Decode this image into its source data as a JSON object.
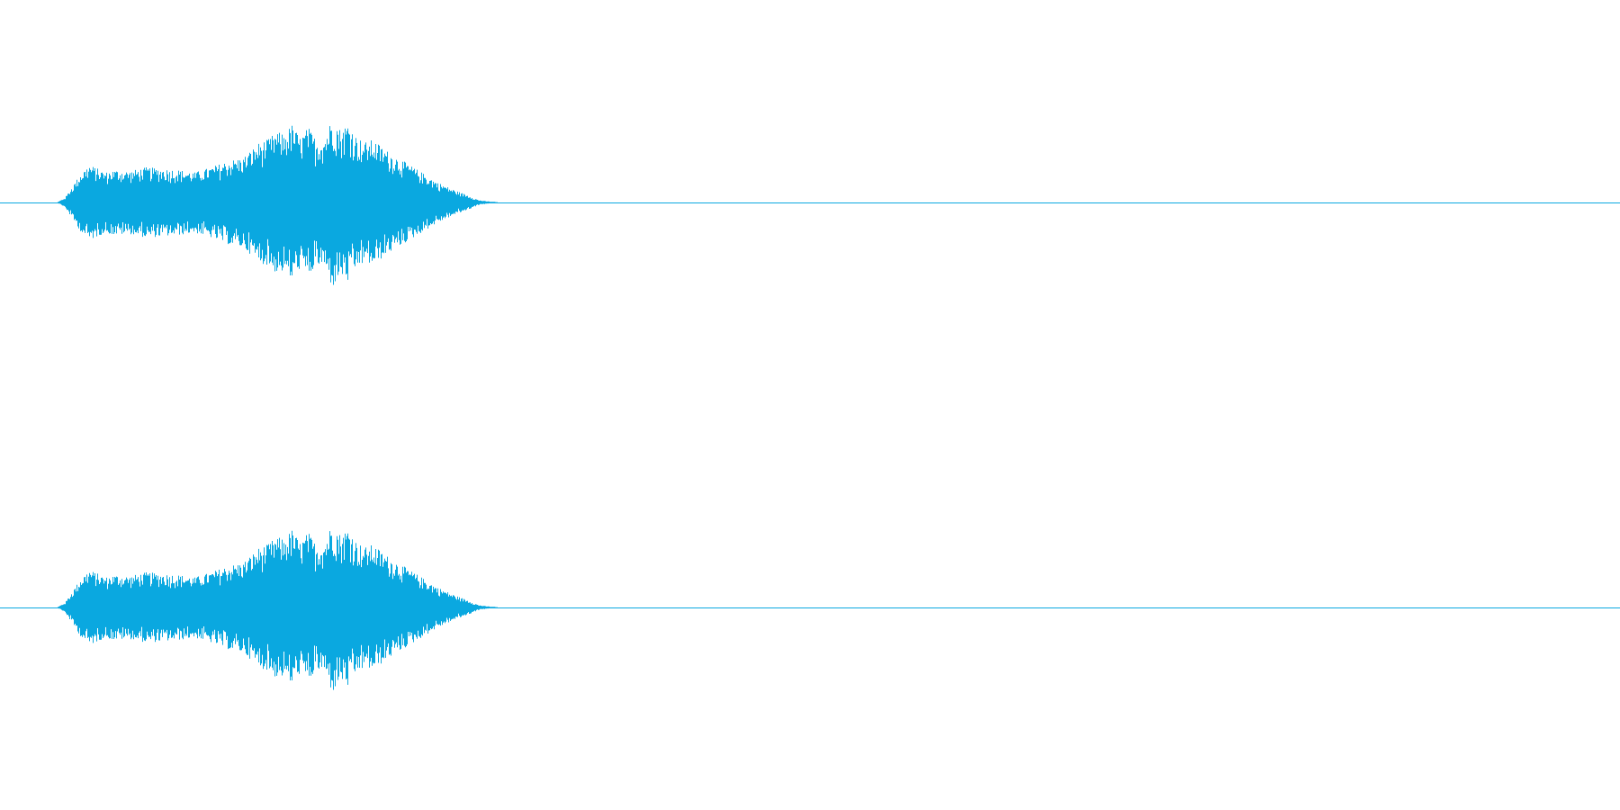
{
  "chart_data": {
    "type": "area",
    "title": "",
    "xlabel": "",
    "ylabel": "",
    "grid": false,
    "legend": "none",
    "color": "#0aa8e0",
    "xlim": [
      0,
      1
    ],
    "ylim": [
      -1,
      1
    ],
    "series": [
      {
        "envelope": {
          "x": [
            0.0,
            0.035,
            0.04,
            0.045,
            0.05,
            0.055,
            0.06,
            0.065,
            0.07,
            0.08,
            0.09,
            0.1,
            0.11,
            0.12,
            0.13,
            0.14,
            0.15,
            0.155,
            0.16,
            0.165,
            0.17,
            0.175,
            0.18,
            0.185,
            0.19,
            0.195,
            0.2,
            0.205,
            0.21,
            0.215,
            0.22,
            0.225,
            0.23,
            0.24,
            0.25,
            0.26,
            0.27,
            0.28,
            0.29,
            0.295,
            0.3,
            0.31,
            1.0
          ],
          "peak": [
            0.0,
            0.0,
            0.04,
            0.14,
            0.24,
            0.3,
            0.27,
            0.24,
            0.26,
            0.25,
            0.28,
            0.27,
            0.26,
            0.24,
            0.28,
            0.33,
            0.36,
            0.42,
            0.48,
            0.5,
            0.56,
            0.55,
            0.62,
            0.52,
            0.6,
            0.5,
            0.52,
            0.68,
            0.58,
            0.64,
            0.52,
            0.48,
            0.5,
            0.4,
            0.32,
            0.24,
            0.16,
            0.1,
            0.05,
            0.02,
            0.01,
            0.0,
            0.0
          ]
        }
      },
      {
        "envelope": {
          "x": [
            0.0,
            0.035,
            0.04,
            0.045,
            0.05,
            0.055,
            0.06,
            0.065,
            0.07,
            0.08,
            0.09,
            0.1,
            0.11,
            0.12,
            0.13,
            0.14,
            0.15,
            0.155,
            0.16,
            0.165,
            0.17,
            0.175,
            0.18,
            0.185,
            0.19,
            0.195,
            0.2,
            0.205,
            0.21,
            0.215,
            0.22,
            0.225,
            0.23,
            0.24,
            0.25,
            0.26,
            0.27,
            0.28,
            0.29,
            0.295,
            0.3,
            0.31,
            1.0
          ],
          "peak": [
            0.0,
            0.0,
            0.04,
            0.14,
            0.24,
            0.3,
            0.27,
            0.24,
            0.26,
            0.25,
            0.28,
            0.27,
            0.26,
            0.24,
            0.28,
            0.33,
            0.36,
            0.42,
            0.48,
            0.5,
            0.56,
            0.55,
            0.62,
            0.52,
            0.6,
            0.5,
            0.52,
            0.68,
            0.58,
            0.64,
            0.52,
            0.48,
            0.5,
            0.4,
            0.32,
            0.24,
            0.16,
            0.1,
            0.05,
            0.02,
            0.01,
            0.0,
            0.0
          ]
        }
      }
    ]
  }
}
